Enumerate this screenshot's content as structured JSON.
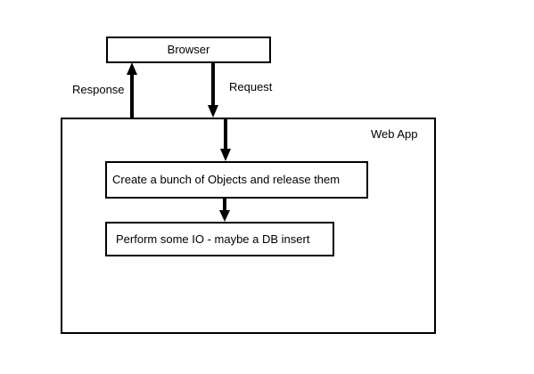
{
  "diagram": {
    "nodes": [
      {
        "id": "browser",
        "label": "Browser"
      },
      {
        "id": "web_app",
        "label": "Web App"
      },
      {
        "id": "create_objects",
        "label": "Create a bunch of Objects and release them"
      },
      {
        "id": "perform_io",
        "label": "Perform some IO - maybe a DB insert"
      }
    ],
    "edges": [
      {
        "from": "browser",
        "to": "web_app",
        "label": "Request"
      },
      {
        "from": "web_app",
        "to": "browser",
        "label": "Response"
      },
      {
        "from": "web_app",
        "to": "create_objects",
        "label": ""
      },
      {
        "from": "create_objects",
        "to": "perform_io",
        "label": ""
      }
    ]
  }
}
